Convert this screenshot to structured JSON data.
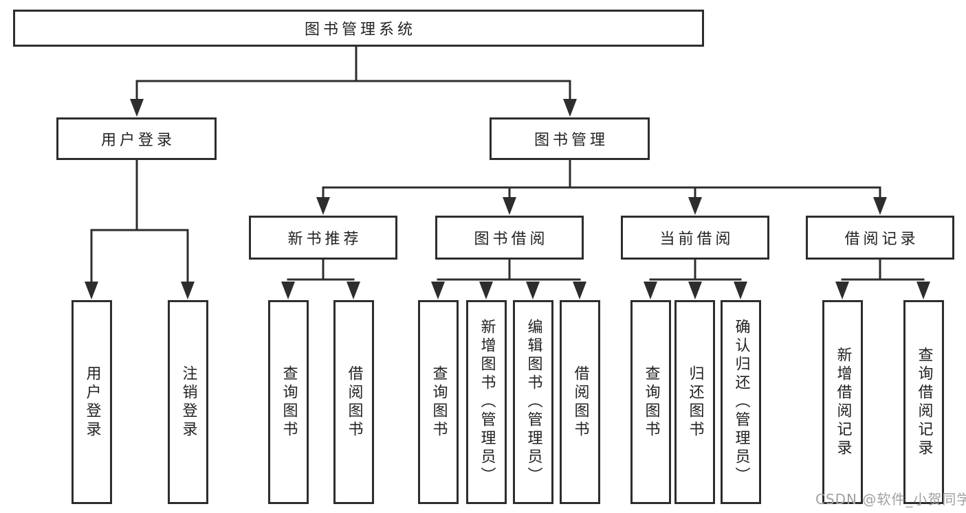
{
  "page": {
    "background": "#ffffff"
  },
  "colors": {
    "line": "#2d2d2d",
    "box_border": "#2d2d2d",
    "text": "#222222",
    "watermark": "#a0a0a6"
  },
  "watermark": {
    "text": "CSDN @软件_小贺同学"
  },
  "tree": {
    "root": "图书管理系统",
    "children": [
      {
        "label": "用户登录",
        "children": [
          {
            "label": "用户登录"
          },
          {
            "label": "注销登录"
          }
        ]
      },
      {
        "label": "图书管理",
        "children": [
          {
            "label": "新书推荐",
            "children": [
              {
                "label": "查询图书"
              },
              {
                "label": "借阅图书"
              }
            ]
          },
          {
            "label": "图书借阅",
            "children": [
              {
                "label": "查询图书"
              },
              {
                "label": "新增图书（管理员）"
              },
              {
                "label": "编辑图书（管理员）"
              },
              {
                "label": "借阅图书"
              }
            ]
          },
          {
            "label": "当前借阅",
            "children": [
              {
                "label": "查询图书"
              },
              {
                "label": "归还图书"
              },
              {
                "label": "确认归还（管理员）"
              }
            ]
          },
          {
            "label": "借阅记录",
            "children": [
              {
                "label": "新增借阅记录"
              },
              {
                "label": "查询借阅记录"
              }
            ]
          }
        ]
      }
    ]
  }
}
